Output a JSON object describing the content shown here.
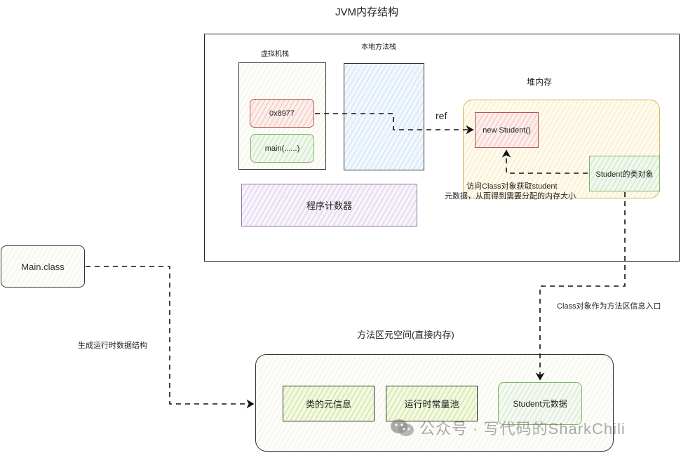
{
  "title": "JVM内存结构",
  "jvm": {
    "vm_stack": {
      "label": "虚拟机栈",
      "frames": [
        {
          "text": "0x8977",
          "color": "#b85450"
        },
        {
          "text": "main(......)",
          "color": "#82b366"
        }
      ]
    },
    "native_stack": {
      "label": "本地方法栈"
    },
    "program_counter": {
      "label": "程序计数器"
    },
    "heap": {
      "label": "堆内存",
      "object": {
        "text": "new Student()"
      },
      "class_object": {
        "text": "Student的类对象"
      },
      "note_line1": "访问Class对象获取student",
      "note_line2": "元数据，从而得到需要分配的内存大小"
    },
    "ref_label": "ref"
  },
  "main_class": {
    "text": "Main.class"
  },
  "edge_labels": {
    "generate": "生成运行时数据结构",
    "class_entry": "Class对象作为方法区信息入口"
  },
  "method_area": {
    "label": "方法区元空间(直接内存)",
    "items": [
      {
        "text": "类的元信息"
      },
      {
        "text": "运行时常量池"
      },
      {
        "text": "Student元数据"
      }
    ]
  },
  "watermark": {
    "text": "公众号 · 写代码的SharkChili",
    "icon": "wechat-icon"
  },
  "colors": {
    "red": "#b85450",
    "green": "#82b366",
    "purple": "#9673a6",
    "yellow": "#d6b656",
    "dark": "#333333"
  }
}
